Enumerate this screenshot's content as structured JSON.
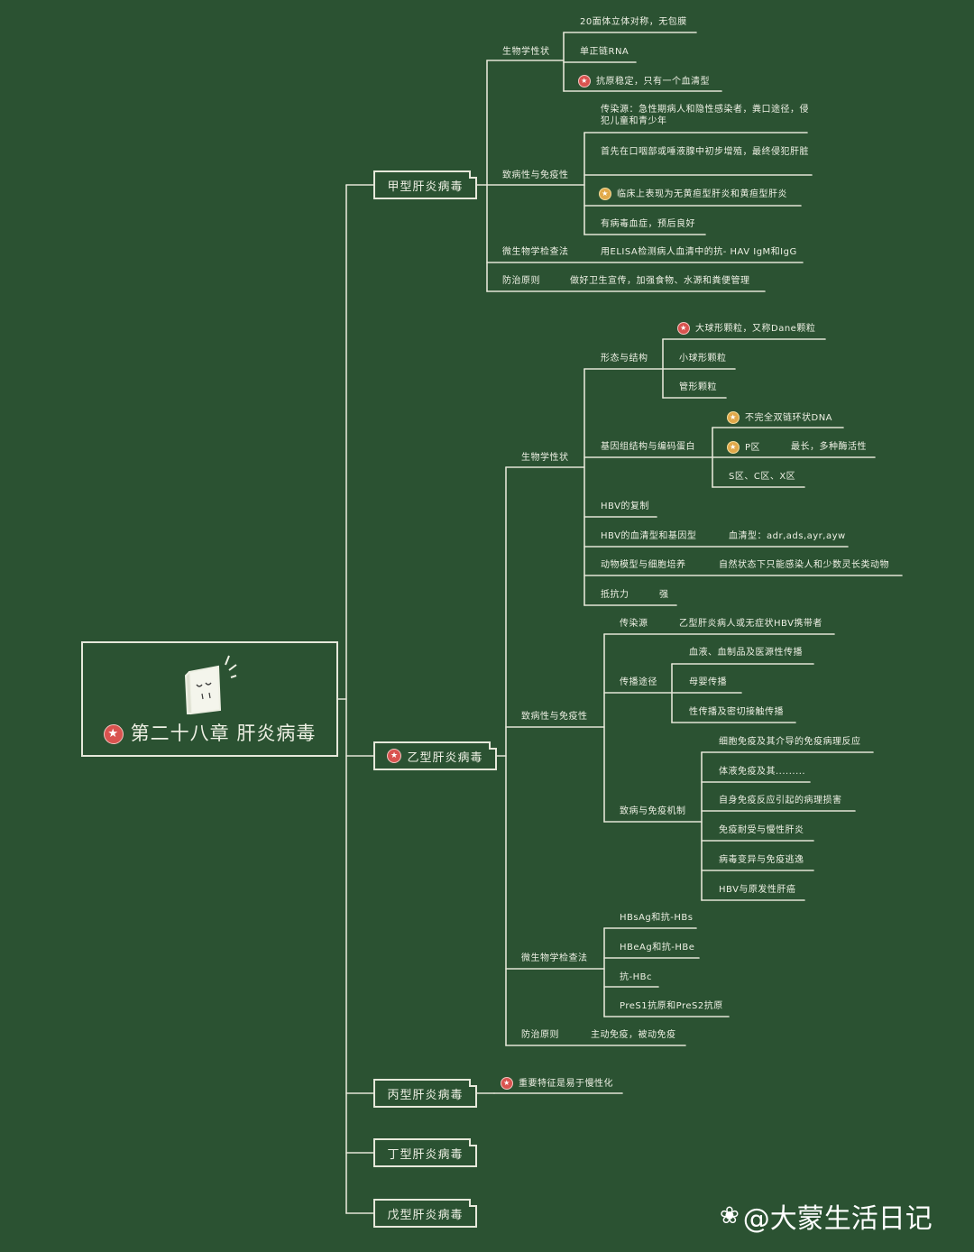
{
  "root": {
    "title": "第二十八章 肝炎病毒"
  },
  "watermark": {
    "text": "@大蒙生活日记",
    "icon": "weibo-paw-icon"
  },
  "branches": {
    "hav": {
      "label": "甲型肝炎病毒",
      "bio": {
        "label": "生物学性状",
        "items": [
          "20面体立体对称，无包膜",
          "单正链RNA",
          "抗原稳定，只有一个血清型"
        ]
      },
      "path": {
        "label": "致病性与免疫性",
        "items": [
          "传染源：急性期病人和隐性感染者，粪口途径，侵犯儿童和青少年",
          "首先在口咽部或唾液腺中初步增殖，最终侵犯肝脏",
          "临床上表现为无黄疸型肝炎和黄疸型肝炎",
          "有病毒血症，预后良好"
        ]
      },
      "lab": {
        "label": "微生物学检查法",
        "value": "用ELISA检测病人血清中的抗- HAV IgM和IgG"
      },
      "prev": {
        "label": "防治原则",
        "value": "做好卫生宣传，加强食物、水源和粪便管理"
      }
    },
    "hbv": {
      "label": "乙型肝炎病毒",
      "bio": {
        "label": "生物学性状",
        "morph": {
          "label": "形态与结构",
          "items": [
            "大球形颗粒，又称Dane颗粒",
            "小球形颗粒",
            "管形颗粒"
          ]
        },
        "genome": {
          "label": "基因组结构与编码蛋白",
          "items": [
            "不完全双链环状DNA",
            "P区",
            "S区、C区、X区"
          ],
          "p_note": "最长，多种酶活性"
        },
        "replication": "HBV的复制",
        "serotype": {
          "label": "HBV的血清型和基因型",
          "value": "血清型：adr,ads,ayr,ayw"
        },
        "animal": {
          "label": "动物模型与细胞培养",
          "value": "自然状态下只能感染人和少数灵长类动物"
        },
        "resistance": {
          "label": "抵抗力",
          "value": "强"
        }
      },
      "path": {
        "label": "致病性与免疫性",
        "source": {
          "label": "传染源",
          "value": "乙型肝炎病人或无症状HBV携带者"
        },
        "route": {
          "label": "传播途径",
          "items": [
            "血液、血制品及医源性传播",
            "母婴传播",
            "性传播及密切接触传播"
          ]
        },
        "mech": {
          "label": "致病与免疫机制",
          "items": [
            "细胞免疫及其介导的免疫病理反应",
            "体液免疫及其.........",
            "自身免疫反应引起的病理损害",
            "免疫耐受与慢性肝炎",
            "病毒变异与免疫逃逸",
            "HBV与原发性肝癌"
          ]
        }
      },
      "lab": {
        "label": "微生物学检查法",
        "items": [
          "HBsAg和抗-HBs",
          "HBeAg和抗-HBe",
          "抗-HBc",
          "PreS1抗原和PreS2抗原"
        ]
      },
      "prev": {
        "label": "防治原则",
        "value": "主动免疫，被动免疫"
      }
    },
    "hcv": {
      "label": "丙型肝炎病毒",
      "note": "重要特征是易于慢性化"
    },
    "hdv": {
      "label": "丁型肝炎病毒"
    },
    "hev": {
      "label": "戊型肝炎病毒"
    }
  }
}
